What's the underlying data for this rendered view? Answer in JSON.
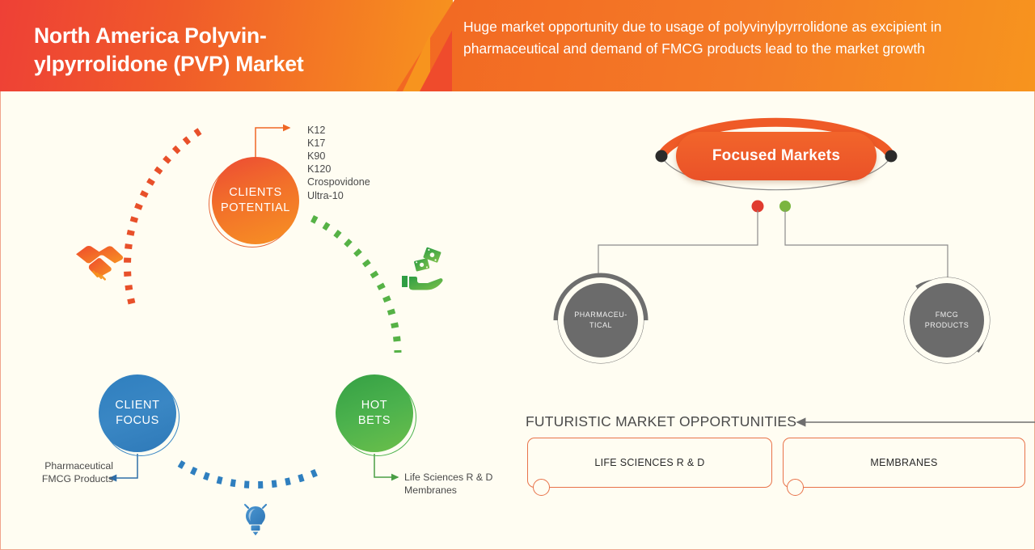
{
  "header": {
    "title": "North America Polyvin-\nylpyrrolidone (PVP) Market",
    "title_line1": "North America Polyvin-",
    "title_line2": "ylpyrrolidone (PVP) Market",
    "subtitle": "Huge market opportunity due to usage of polyvinylpyrrolidone as excipient in pharmaceutical and demand of FMCG products lead to the market growth",
    "accent_color": "#f05a2a",
    "gradient_from": "#ee4036",
    "gradient_to": "#f7941e"
  },
  "left_diagram": {
    "nodes": [
      {
        "id": "clients-potential",
        "label_line1": "CLIENTS",
        "label_line2": "POTENTIAL",
        "color": "#f2702a"
      },
      {
        "id": "client-focus",
        "label_line1": "CLIENT",
        "label_line2": "FOCUS",
        "color": "#3a87c4"
      },
      {
        "id": "hot-bets",
        "label_line1": "HOT",
        "label_line2": "BETS",
        "color": "#4cb24d"
      }
    ],
    "clients_potential_items": [
      "K12",
      "K17",
      "K90",
      "K120",
      "Crospovidone",
      "Ultra-10"
    ],
    "client_focus_items": [
      "Pharmaceutical",
      "FMCG Products"
    ],
    "hot_bets_items": [
      "Life Sciences R & D",
      "Membranes"
    ],
    "icons": [
      {
        "name": "handshake-icon",
        "color": "#ef6724"
      },
      {
        "name": "money-in-hand-icon",
        "color": "#4cb24d"
      },
      {
        "name": "lightbulb-icon",
        "color": "#3a87c4"
      }
    ]
  },
  "right_diagram": {
    "focused_markets_label": "Focused Markets",
    "pill_color": "#ea5228",
    "connector_dots": [
      {
        "name": "red-dot",
        "color": "#e03b2f"
      },
      {
        "name": "green-dot",
        "color": "#7bb53f"
      }
    ],
    "markets": [
      {
        "id": "pharmaceutical",
        "label_line1": "PHARMACEU-",
        "label_line2": "TICAL",
        "color": "#6b6b6b"
      },
      {
        "id": "fmcg-products",
        "label_line1": "FMCG",
        "label_line2": "PRODUCTS",
        "color": "#6b6b6b"
      }
    ]
  },
  "futuristic": {
    "title": "FUTURISTIC MARKET OPPORTUNITIES",
    "boxes": [
      {
        "id": "life-sciences",
        "label": "LIFE SCIENCES R & D"
      },
      {
        "id": "membranes",
        "label": "MEMBRANES"
      }
    ],
    "box_border_color": "#e8734a"
  }
}
